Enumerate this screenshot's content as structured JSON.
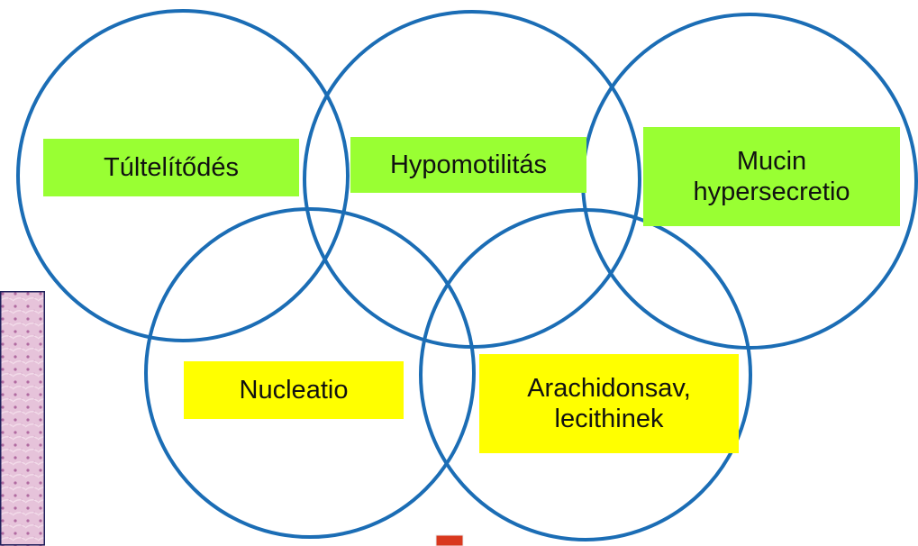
{
  "colors": {
    "circle_stroke": "#1b6db5",
    "label_green": "#99ff33",
    "label_yellow": "#ffff00",
    "marker_red": "#d9381e",
    "histology_pink": "#e2bcd6"
  },
  "diagram": {
    "nodes": [
      {
        "id": "tultelitodes",
        "label": "Túltelítődés",
        "fill": "#99ff33"
      },
      {
        "id": "hypomotilitas",
        "label": "Hypomotilitás",
        "fill": "#99ff33"
      },
      {
        "id": "mucin",
        "label": "Mucin\nhypersecretio",
        "fill": "#99ff33"
      },
      {
        "id": "nucleatio",
        "label": "Nucleatio",
        "fill": "#ffff00"
      },
      {
        "id": "arachidonsav",
        "label": "Arachidonsav,\nlecithinek",
        "fill": "#ffff00"
      }
    ]
  }
}
